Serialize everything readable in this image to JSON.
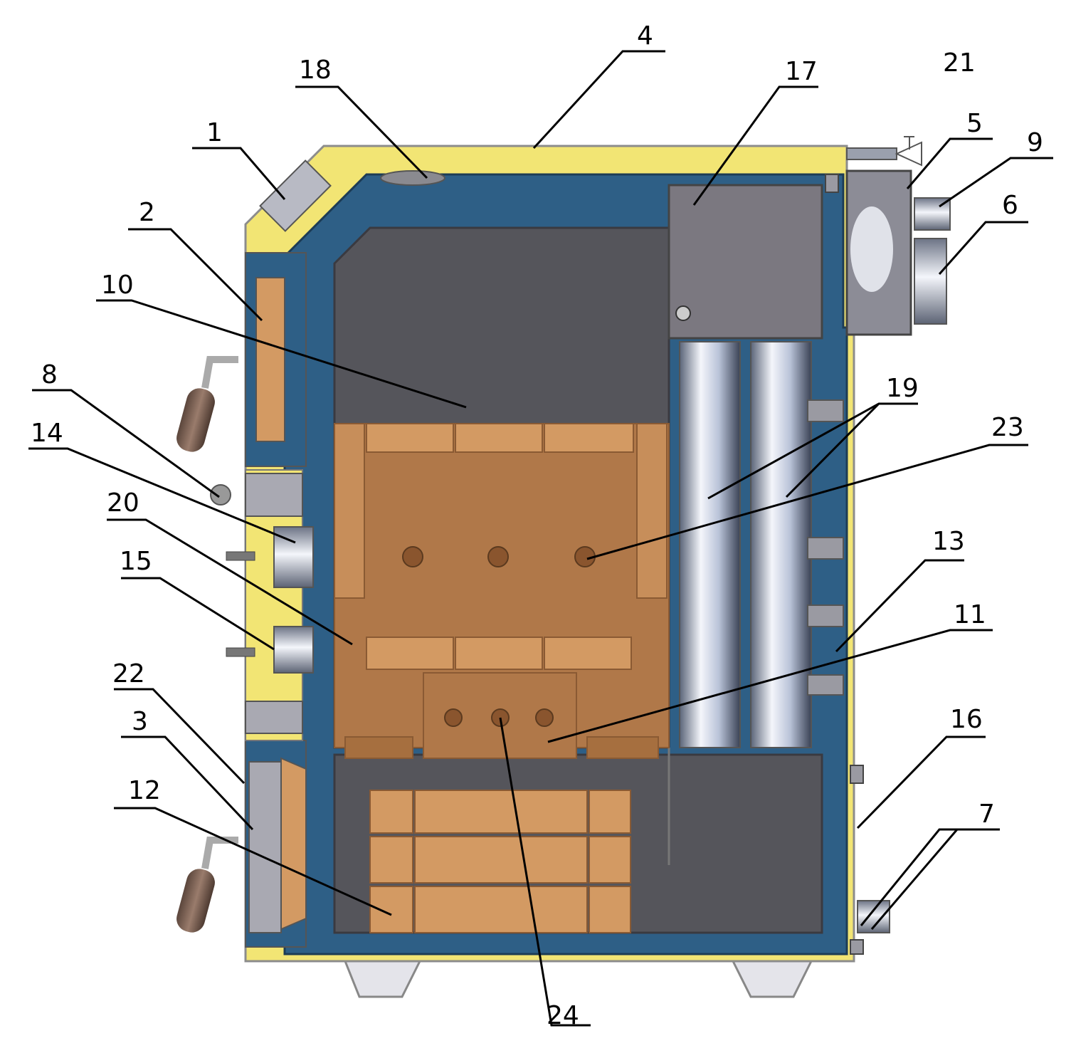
{
  "labels": {
    "l1": "1",
    "l2": "2",
    "l3": "3",
    "l4": "4",
    "l5": "5",
    "l6": "6",
    "l7": "7",
    "l8": "8",
    "l9": "9",
    "l10": "10",
    "l11": "11",
    "l12": "12",
    "l13": "13",
    "l14": "14",
    "l15": "15",
    "l16": "16",
    "l17": "17",
    "l18": "18",
    "l19": "19",
    "l20": "20",
    "l21": "21",
    "l22": "22",
    "l23": "23",
    "l24": "24"
  },
  "colors": {
    "insulation": "#f2e574",
    "water_jacket": "#2e5f86",
    "chamber": "#55555b",
    "firebrick": "#d39a63",
    "firebrick_dark": "#b07849",
    "door": "#a9a9b2",
    "tube": "#c8d2e6"
  }
}
